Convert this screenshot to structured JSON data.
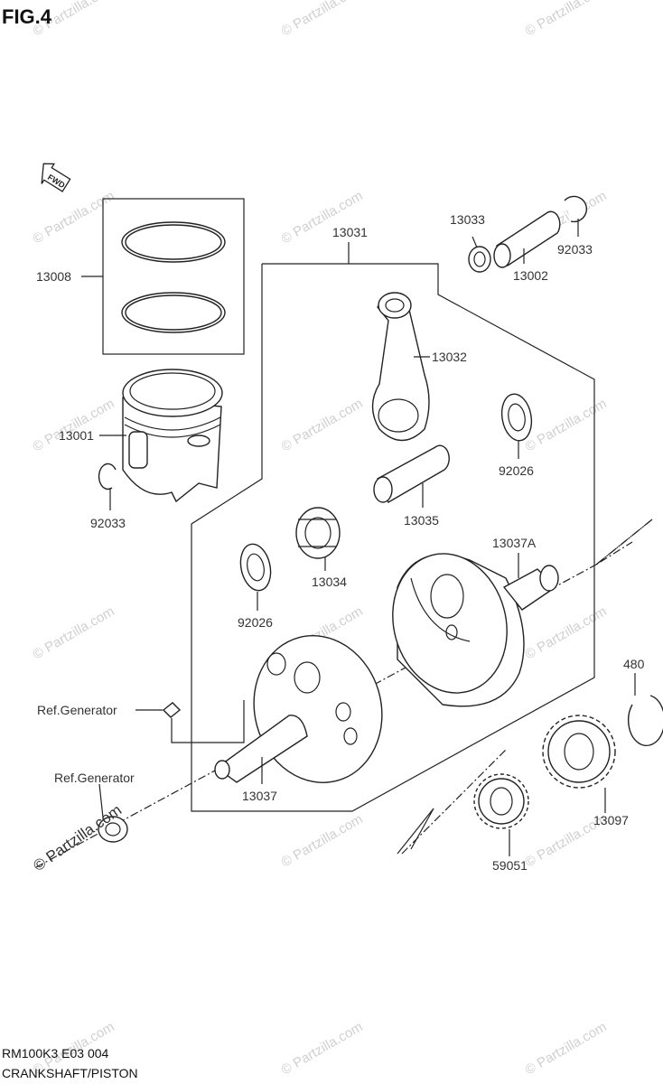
{
  "figure": {
    "title": "FIG.4"
  },
  "direction_marker": {
    "text": "FWD",
    "icon": "forward-arrow-icon"
  },
  "parts": {
    "p13008": "13008",
    "p13001": "13001",
    "p92033_left": "92033",
    "p13031": "13031",
    "p13033": "13033",
    "p92033_right": "92033",
    "p13002": "13002",
    "p13032": "13032",
    "p92026_right": "92026",
    "p13035": "13035",
    "p13034": "13034",
    "p92026_left": "92026",
    "p13037A": "13037A",
    "p480": "480",
    "p13037": "13037",
    "p13097": "13097",
    "p59051": "59051"
  },
  "references": {
    "ref_generator_1": "Ref.Generator",
    "ref_generator_2": "Ref.Generator"
  },
  "watermark": {
    "text": "© Partzilla.com"
  },
  "footer": {
    "model_code": "RM100K3 E03  004",
    "section_name": "CRANKSHAFT/PISTON"
  }
}
